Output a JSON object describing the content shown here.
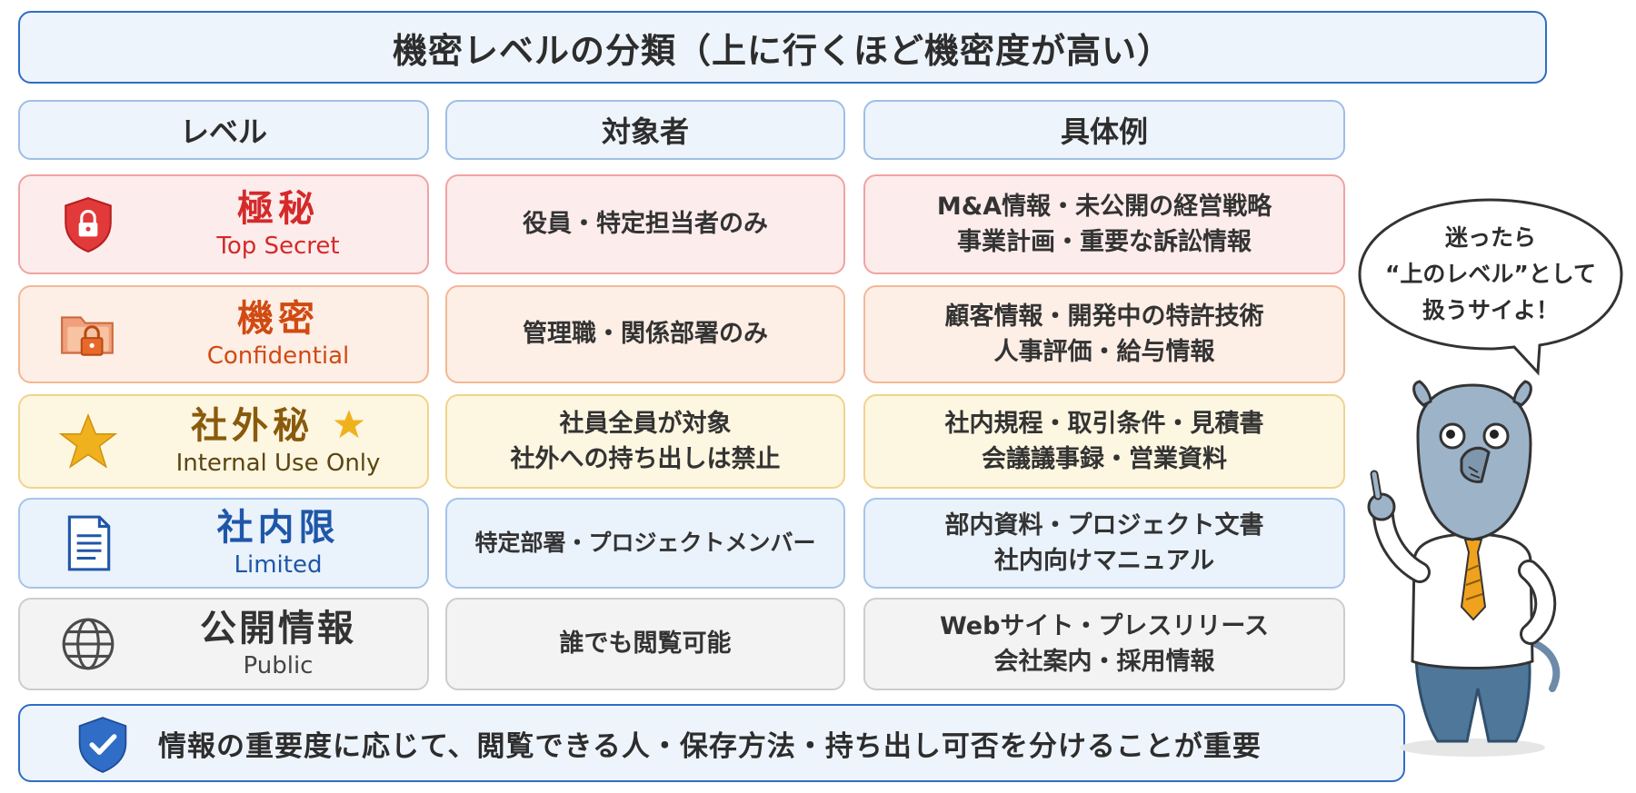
{
  "title": "機密レベルの分類（上に行くほど機密度が高い）",
  "headers": {
    "level": "レベル",
    "target": "対象者",
    "examples": "具体例"
  },
  "rows": [
    {
      "jp": "極秘",
      "en": "Top Secret",
      "color": "#d42a2a",
      "icon": "lock-shield-icon",
      "target": [
        "役員・特定担当者のみ"
      ],
      "examples": [
        "M&A情報・未公開の経営戦略",
        "事業計画・重要な訴訟情報"
      ]
    },
    {
      "jp": "機密",
      "en": "Confidential",
      "color": "#d04a12",
      "icon": "lock-folder-icon",
      "target": [
        "管理職・関係部署のみ"
      ],
      "examples": [
        "顧客情報・開発中の特許技術",
        "人事評価・給与情報"
      ]
    },
    {
      "jp": "社外秘",
      "en": "Internal Use Only",
      "color": "#8a5a0c",
      "icon": "star-icon",
      "target": [
        "社員全員が対象",
        "社外への持ち出しは禁止"
      ],
      "examples": [
        "社内規程・取引条件・見積書",
        "会議議事録・営業資料"
      ]
    },
    {
      "jp": "社内限",
      "en": "Limited",
      "color": "#1f57a8",
      "icon": "document-icon",
      "target": [
        "特定部署・プロジェクトメンバー"
      ],
      "examples": [
        "部内資料・プロジェクト文書",
        "社内向けマニュアル"
      ]
    },
    {
      "jp": "公開情報",
      "en": "Public",
      "color": "#3a3a3a",
      "icon": "globe-icon",
      "target": [
        "誰でも閲覧可能"
      ],
      "examples": [
        "Webサイト・プレスリリース",
        "会社案内・採用情報"
      ]
    }
  ],
  "footer": "情報の重要度に応じて、閲覧できる人・保存方法・持ち出し可否を分けることが重要",
  "speech_bubble": [
    "迷ったら",
    "“上のレベル”として",
    "扱うサイよ！"
  ]
}
